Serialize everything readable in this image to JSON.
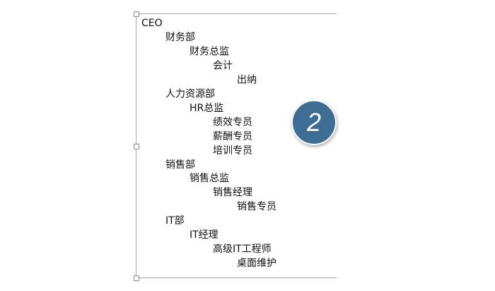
{
  "outline": [
    {
      "text": "CEO",
      "level": 0
    },
    {
      "text": "财务部",
      "level": 1
    },
    {
      "text": "财务总监",
      "level": 2
    },
    {
      "text": "会计",
      "level": 3
    },
    {
      "text": "出纳",
      "level": 4
    },
    {
      "text": "人力资源部",
      "level": 1
    },
    {
      "text": "HR总监",
      "level": 2
    },
    {
      "text": "绩效专员",
      "level": 3
    },
    {
      "text": "薪酬专员",
      "level": 3
    },
    {
      "text": "培训专员",
      "level": 3
    },
    {
      "text": "销售部",
      "level": 1
    },
    {
      "text": "销售总监",
      "level": 2
    },
    {
      "text": "销售经理",
      "level": 3
    },
    {
      "text": "销售专员",
      "level": 4
    },
    {
      "text": "IT部",
      "level": 1
    },
    {
      "text": "IT经理",
      "level": 2
    },
    {
      "text": "高级IT工程师",
      "level": 3
    },
    {
      "text": "桌面维护",
      "level": 4
    }
  ],
  "step_badge": {
    "label": "2",
    "color": "#3d6d93"
  }
}
